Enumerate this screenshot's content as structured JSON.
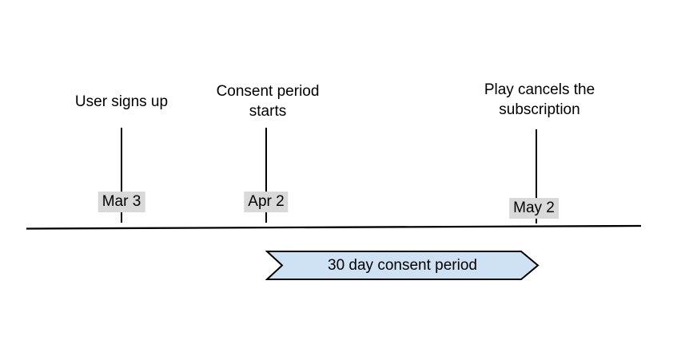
{
  "timeline": {
    "events": [
      {
        "title": "User signs up",
        "date": "Mar 3"
      },
      {
        "title": "Consent period\nstarts",
        "date": "Apr 2"
      },
      {
        "title": "Play cancels the\nsubscription",
        "date": "May 2"
      }
    ],
    "duration_arrow": {
      "label": "30 day consent period"
    },
    "colors": {
      "arrow_fill": "#cfe2f3",
      "arrow_outline": "#000000",
      "date_badge_background": "#d9d9d9",
      "axis_line": "#000000",
      "text": "#000000"
    }
  }
}
